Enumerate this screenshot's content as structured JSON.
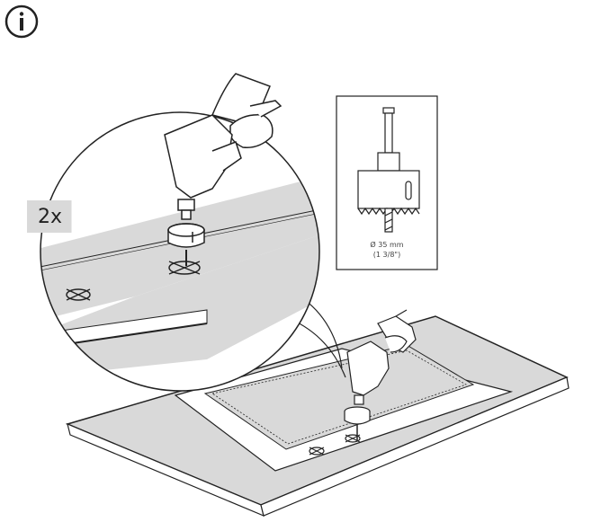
{
  "step": {
    "quantity": "2x",
    "info_icon": "info-circle-icon"
  },
  "detail": {
    "diameter_mm": "Ø 35 mm",
    "diameter_in": "(1 3/8\")"
  },
  "colors": {
    "line": "#222222",
    "surface_gray": "#d9d9d9",
    "white": "#ffffff"
  }
}
